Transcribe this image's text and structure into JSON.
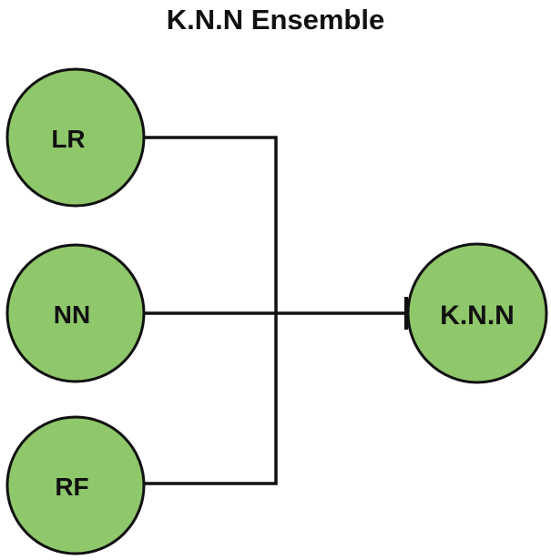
{
  "title": "K.N.N Ensemble",
  "colors": {
    "node_fill": "#8fc86b",
    "node_stroke": "#111111",
    "connector": "#111111",
    "background": "#ffffff"
  },
  "inputs": [
    {
      "label": "LR"
    },
    {
      "label": "NN"
    },
    {
      "label": "RF"
    }
  ],
  "output": {
    "label": "K.N.N"
  }
}
